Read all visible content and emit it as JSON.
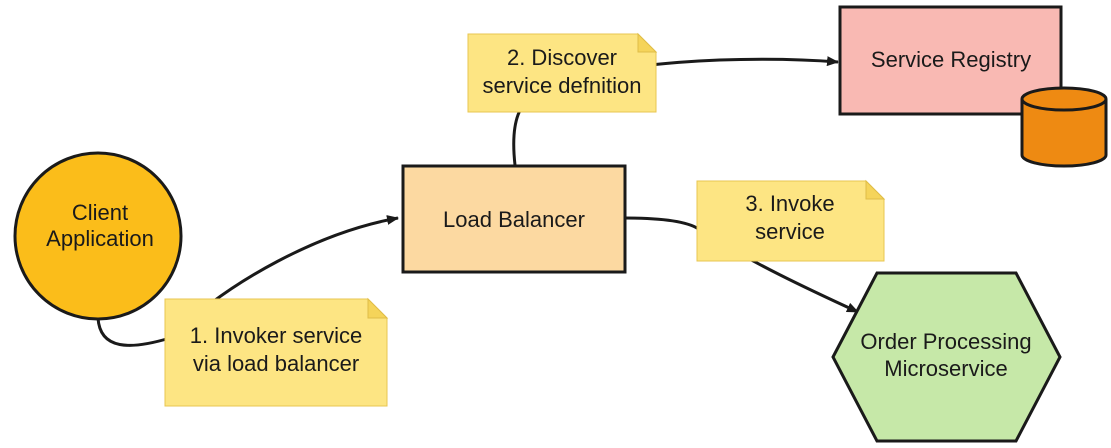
{
  "nodes": {
    "client_application": {
      "lines": [
        "Client",
        "Application"
      ],
      "shape": "circle",
      "fill": "#fbbd1a",
      "stroke": "#1a1a1a"
    },
    "load_balancer": {
      "lines": [
        "Load Balancer"
      ],
      "shape": "rectangle",
      "fill": "#fcd9a1",
      "stroke": "#1a1a1a"
    },
    "service_registry": {
      "lines": [
        "Service Registry"
      ],
      "shape": "rectangle",
      "fill": "#f9b9b3",
      "stroke": "#1a1a1a"
    },
    "database": {
      "icon": "database-cylinder-icon",
      "fill": "#ee8a12",
      "stroke": "#1a1a1a"
    },
    "order_processing_microservice": {
      "lines": [
        "Order Processing",
        "Microservice"
      ],
      "shape": "hexagon",
      "fill": "#c6e8a8",
      "stroke": "#1a1a1a"
    }
  },
  "notes": {
    "step1": {
      "lines": [
        "1. Invoker service",
        "via load balancer"
      ]
    },
    "step2": {
      "lines": [
        "2. Discover",
        "service defnition"
      ]
    },
    "step3": {
      "lines": [
        "3. Invoke",
        "service"
      ]
    }
  },
  "note_style": {
    "fill": "#fde583",
    "fold_fill": "#f5d45a"
  },
  "edges": [
    {
      "from": "client_application",
      "to": "load_balancer",
      "label": "step1",
      "arrow": true
    },
    {
      "from": "load_balancer",
      "to": "service_registry",
      "label": "step2",
      "arrow": true
    },
    {
      "from": "load_balancer",
      "to": "order_processing_microservice",
      "label": "step3",
      "arrow": true
    }
  ]
}
